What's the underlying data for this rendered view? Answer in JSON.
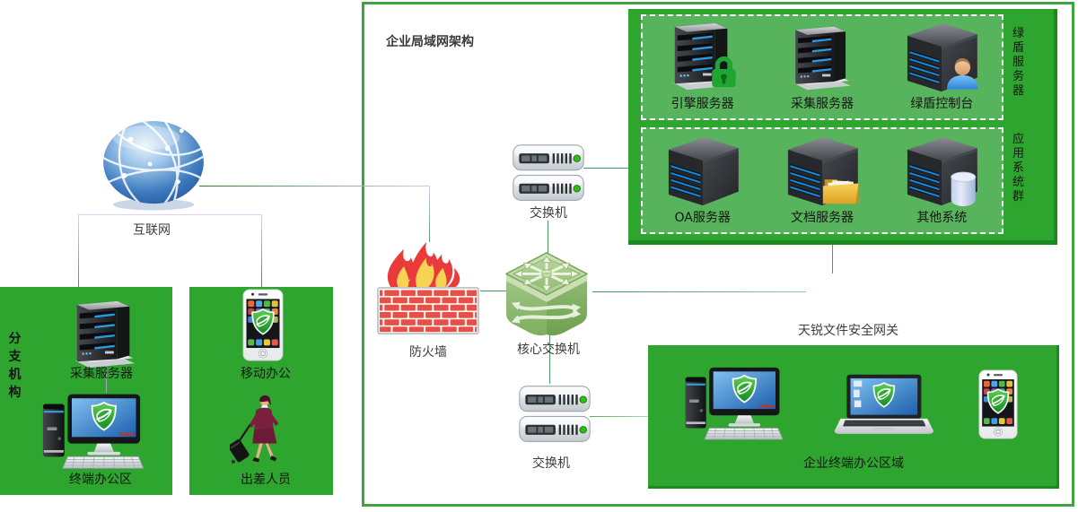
{
  "colors": {
    "zone_green": "#2ea52e",
    "zone_green_dark": "#1d8a1f",
    "outline_green": "#3fa43f",
    "dashed_zone_fill": "#58b45c",
    "connector_green": "#4a9e60",
    "connector_teal": "#3f9f85",
    "connector_lavender": "#dcc8ee",
    "brick_red": "#e75046",
    "flame_yellow": "#f7d254",
    "screen_blue": "#1d5fae",
    "shield_green": "#128a26"
  },
  "internet": {
    "label": "互联网"
  },
  "branch_office": {
    "side_label": "分支机构",
    "server_label": "采集服务器",
    "terminal_label": "终端办公区"
  },
  "mobile_office": {
    "device_label": "移动办公",
    "person_label": "出差人员"
  },
  "lan": {
    "title": "企业局域网架构",
    "firewall_label": "防火墙",
    "top_switch_label": "交换机",
    "core_switch_label": "核心交换机",
    "bottom_switch_label": "交换机",
    "gateway_title": "天锐文件安全网关",
    "terminal_zone_label": "企业终端办公区域",
    "server_groups": [
      {
        "side_label": "绿盾服务器",
        "servers": [
          {
            "label": "引擎服务器"
          },
          {
            "label": "采集服务器"
          },
          {
            "label": "绿盾控制台"
          }
        ]
      },
      {
        "side_label": "应用系统群",
        "servers": [
          {
            "label": "OA服务器"
          },
          {
            "label": "文档服务器"
          },
          {
            "label": "其他系统"
          }
        ]
      }
    ]
  }
}
